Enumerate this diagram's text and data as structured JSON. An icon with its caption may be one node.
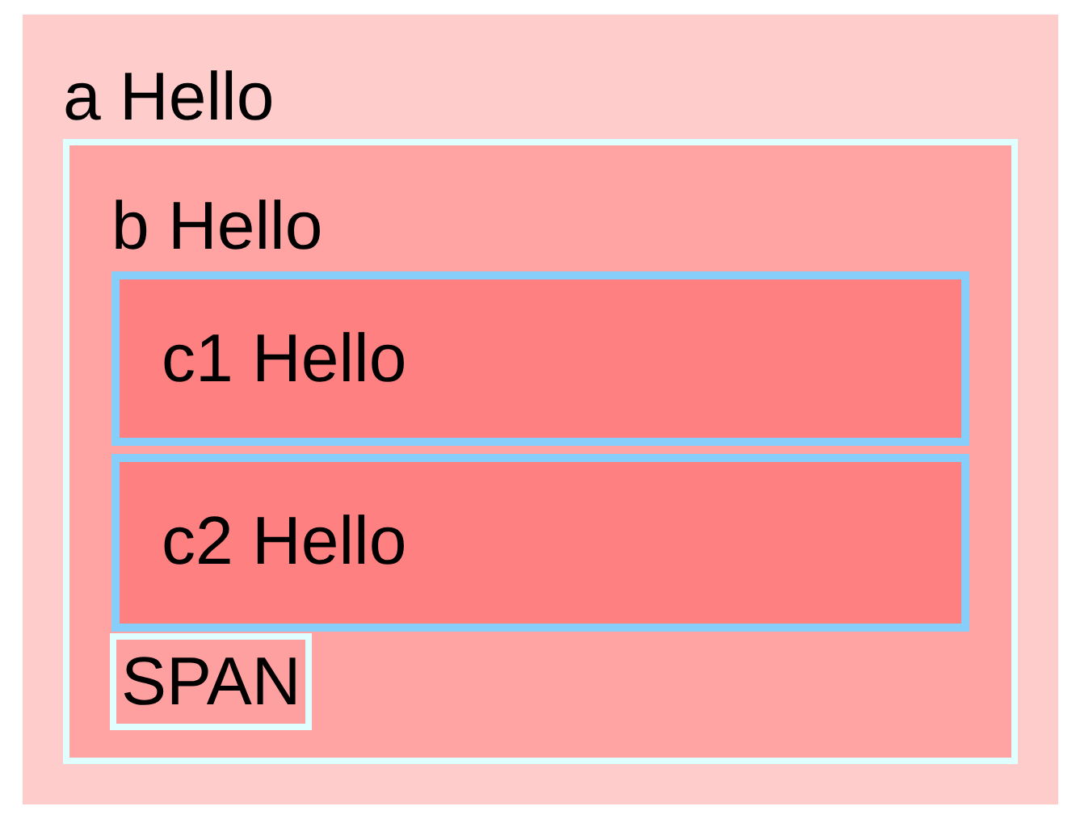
{
  "diagram": {
    "nodes": [
      {
        "text": [
          "a Hello"
        ]
      },
      {
        "text": [
          "b Hello"
        ],
        "in": 0
      },
      {
        "text": [
          "c1 Hello"
        ],
        "in": 1
      },
      {
        "text": [
          "c2 Hello"
        ],
        "in": 1
      },
      {
        "text": [
          "SPAN"
        ],
        "in": 1
      }
    ]
  }
}
